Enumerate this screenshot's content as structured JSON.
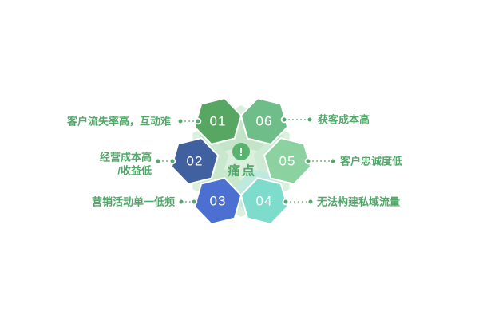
{
  "diagram": {
    "center": {
      "badge": "!",
      "title": "痛点"
    },
    "items": [
      {
        "num": "01",
        "label": "客户流失率高，互动难"
      },
      {
        "num": "02",
        "label_line1": "经营成本高",
        "label_line2": "/收益低"
      },
      {
        "num": "03",
        "label": "营销活动单一低频"
      },
      {
        "num": "04",
        "label": "无法构建私域流量"
      },
      {
        "num": "05",
        "label": "客户忠诚度低"
      },
      {
        "num": "06",
        "label": "获客成本高"
      }
    ]
  },
  "colors": {
    "background": "#ffffff",
    "hex01": "#57a763",
    "hex02": "#41609f",
    "hex03": "#4b70d2",
    "hex04": "#7edccd",
    "hex05": "#8bd2a0",
    "hex06": "#6fbe8a",
    "echo01": "#c3e4c9",
    "echo02": "#c8e7cd",
    "echo03": "#c8e7cd",
    "echo04": "#bfe9df",
    "echo05": "#cdebd4",
    "echo06": "#c3e4c9",
    "centerBg": "#daefdc",
    "accent": "#52a86a",
    "badge": "#57b36d"
  }
}
